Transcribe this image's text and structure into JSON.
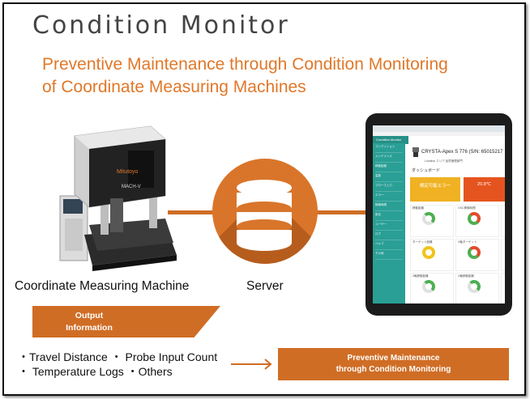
{
  "title": "Condition Monitor",
  "subtitle_line1": "Preventive Maintenance through Condition Monitoring",
  "subtitle_line2": "of Coordinate Measuring Machines",
  "labels": {
    "cmm": "Coordinate Measuring Machine",
    "server": "Server"
  },
  "cmm_brand": {
    "logo": "Mitutoyo",
    "model": "MACH-V"
  },
  "output_box": {
    "line1": "Output",
    "line2": "Information"
  },
  "bullets": {
    "line1": "・Travel Distance ・ Probe Input Count",
    "line2": "・ Temperature Logs ・Others"
  },
  "pm_box": {
    "line1": "Preventive Maintenance",
    "line2": "through Condition Monitoring"
  },
  "tablet": {
    "app_name": "Condition Monitor",
    "machine_name": "CRYSTA-Apex S 776 (S/N: 65015217",
    "location": "Location エリア 品質管理部門",
    "dashboard_title": "ダッシュボード",
    "alert1_value": "規定可能エラー",
    "alert2_value": "20.8℃",
    "sidebar_items": [
      "コンディション",
      "メンテナンス",
      "移動距離",
      "温度",
      "プローブ入力",
      "エラー",
      "稼働時間",
      "設定",
      "ユーザー",
      "ログ",
      "ヘルプ",
      "その他"
    ],
    "cards": [
      "移動距離",
      "CNC稼働時間",
      "",
      "ターゲット距離",
      "X軸ターゲット",
      "",
      "Z軸移動距離",
      "X軸移動距離",
      ""
    ]
  },
  "colors": {
    "accent": "#e0782a",
    "box": "#d06d25",
    "teal": "#2a9f95"
  }
}
